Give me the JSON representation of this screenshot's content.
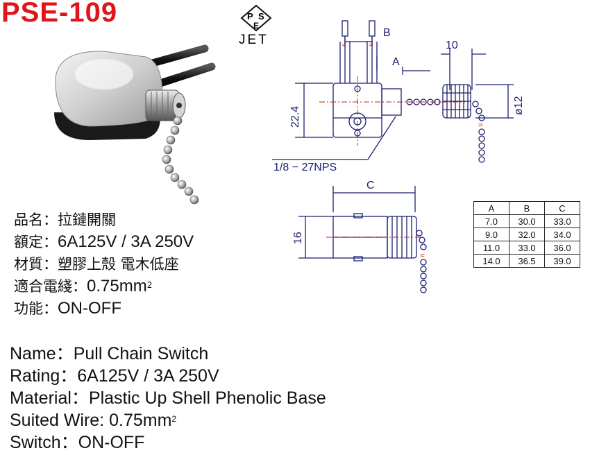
{
  "header": {
    "model": "PSE-109",
    "cert_mark": {
      "p": "P",
      "s": "S",
      "e": "E",
      "brand": "JET"
    }
  },
  "drawing": {
    "label_b": "B",
    "label_a": "A",
    "label_10": "10",
    "label_height": "22.4",
    "label_dia": "ø12",
    "label_thread": "1/8 − 27NPS",
    "label_c": "C",
    "label_16": "16"
  },
  "specs_zh": [
    {
      "label": "品名：",
      "value": "拉鏈開關"
    },
    {
      "label": "額定：",
      "value": "6A125V / 3A 250V"
    },
    {
      "label": "材質：",
      "value": "塑膠上殼 電木低座"
    },
    {
      "label": "適合電綫：",
      "value": "0.75mm",
      "sup": "2"
    },
    {
      "label": "功能：",
      "value": "ON-OFF"
    }
  ],
  "specs_en": [
    {
      "label": "Name：",
      "value": "Pull Chain Switch"
    },
    {
      "label": "Rating：",
      "value": "6A125V / 3A 250V"
    },
    {
      "label": "Material：",
      "value": "Plastic Up Shell Phenolic Base"
    },
    {
      "label": "Suited Wire: ",
      "value": "0.75mm",
      "sup": "2"
    },
    {
      "label": "Switch：",
      "value": "ON-OFF"
    }
  ],
  "table": {
    "headers": [
      "A",
      "B",
      "C"
    ],
    "rows": [
      [
        "7.0",
        "30.0",
        "33.0"
      ],
      [
        "9.0",
        "32.0",
        "34.0"
      ],
      [
        "11.0",
        "33.0",
        "36.0"
      ],
      [
        "14.0",
        "36.5",
        "39.0"
      ]
    ]
  },
  "colors": {
    "title": "#e0141b",
    "center_lines": "#e0141b",
    "drawing": "#1a1f6e"
  }
}
